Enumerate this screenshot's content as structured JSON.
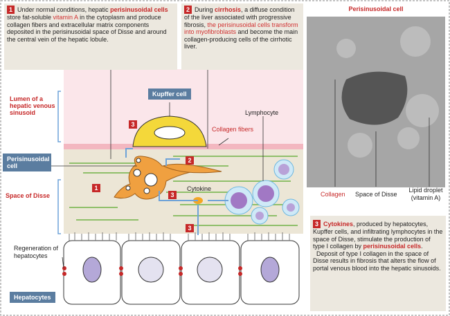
{
  "box1": {
    "num": "1",
    "t1": "Under normal conditions, hepatic ",
    "t2": "perisinusoidal cells",
    "t3": " store fat-soluble ",
    "t4": "vitamin A",
    "t5": " in the cytoplasm and produce collagen fibers and extracellular matrix components deposited in the perisinusoidal space of Disse and around the central vein of the hepatic lobule."
  },
  "box2": {
    "num": "2",
    "t1": "During ",
    "t2": "cirrhosis",
    "t3": ", a diffuse condition of the liver associated with progressive fibrosis, ",
    "t4": "the perisinusoidal cells transform into myofibroblasts",
    "t5": " and become the main collagen-producing cells of the cirrhotic liver."
  },
  "box3": {
    "num": "3",
    "t1": "Cytokines",
    "t2": ", produced by hepatocytes, Kupffer cells, and infiltrating lymphocytes in the space of Disse, stimulate the production of type I collagen by ",
    "t3": "perisinusoidal cells",
    "t4": ".",
    "t5": "Deposit of type I collagen in the space of Disse results in fibrosis that alters the flow of portal venous blood into the hepatic sinusoids."
  },
  "micrograph": {
    "title": "Perisinusoidal cell",
    "label_collagen": "Collagen",
    "label_disse": "Space of Disse",
    "label_lipid": "Lipid droplet (vitamin A)"
  },
  "labels": {
    "lumen": "Lumen of a hepatic venous sinusoid",
    "kupffer": "Kupffer cell",
    "collagen_fibers": "Collagen fibers",
    "lymphocyte": "Lymphocyte",
    "perisinusoidal_cell": "Perisinusoidal cell",
    "space_of_disse": "Space of Disse",
    "cytokine": "Cytokine",
    "regeneration": "Regeneration of hepatocytes",
    "hepatocytes": "Hepatocytes"
  },
  "markers": {
    "m1": "1",
    "m2": "2",
    "m3": "3"
  },
  "colors": {
    "accent_red": "#c62828",
    "tag_blue": "#5b7da0",
    "sinusoid_pink": "#fbe6ea",
    "disse_beige": "#ece6d6",
    "kupffer_yellow": "#f4d83a",
    "perisinusoidal_orange": "#f0a040"
  }
}
